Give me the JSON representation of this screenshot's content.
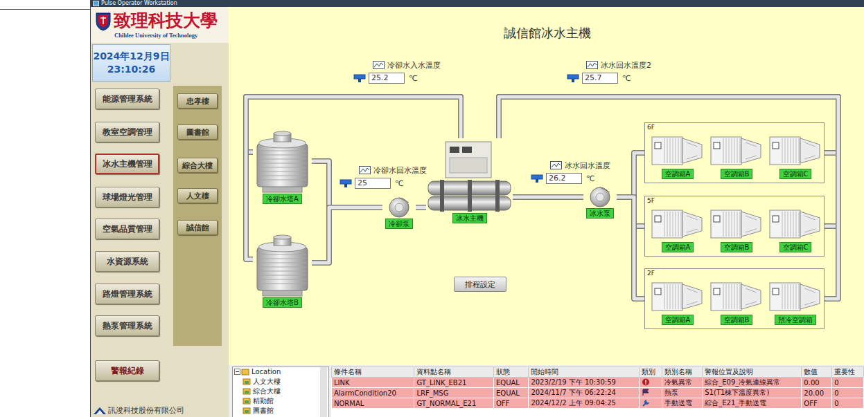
{
  "diagram": {
    "title": "誠信館冰水主機",
    "nodes": [
      {
        "text": [
          "2024年12月9日",
          "23:10:26"
        ]
      },
      {
        "text": [
          "能源管理系統"
        ]
      },
      {
        "text": [
          "教室空調管理"
        ]
      },
      {
        "text": [
          "冰水主機管理"
        ]
      },
      {
        "text": [
          "球場燈光管理"
        ]
      },
      {
        "text": [
          "空氣品質管理"
        ]
      },
      {
        "text": [
          "水資源系統"
        ]
      },
      {
        "text": [
          "路燈管理系統"
        ]
      },
      {
        "text": [
          "熱泵管理系統"
        ]
      },
      {
        "text": [
          "忠孝樓"
        ]
      },
      {
        "text": [
          "圖書館"
        ]
      },
      {
        "text": [
          "綜合大樓"
        ]
      },
      {
        "text": [
          "人文樓"
        ]
      },
      {
        "text": [
          "誠信館"
        ]
      },
      {
        "text": [
          "警報紀錄"
        ]
      },
      {
        "text": [
          "冷卻水入水溫度",
          "25.2",
          "℃"
        ]
      },
      {
        "text": [
          "冰水回水溫度2",
          "25.7",
          "℃"
        ]
      },
      {
        "text": [
          "冷卻水回水溫度",
          "25",
          "℃"
        ]
      },
      {
        "text": [
          "冰水回水溫度",
          "26.2",
          "℃"
        ]
      },
      {
        "text": [
          "冷卻水塔A"
        ]
      },
      {
        "text": [
          "冷卻水塔B"
        ]
      },
      {
        "text": [
          "冷卻泵"
        ]
      },
      {
        "text": [
          "冰水主機"
        ]
      },
      {
        "text": [
          "冰水泵"
        ]
      },
      {
        "text": [
          "6F"
        ]
      },
      {
        "text": [
          "空調箱A"
        ],
        "in": 24
      },
      {
        "text": [
          "空調箱B"
        ],
        "in": 24
      },
      {
        "text": [
          "空調箱C"
        ],
        "in": 24
      },
      {
        "text": [
          "5F"
        ]
      },
      {
        "text": [
          "空調箱A"
        ],
        "in": 28
      },
      {
        "text": [
          "空調箱B"
        ],
        "in": 28
      },
      {
        "text": [
          "空調箱C"
        ],
        "in": 28
      },
      {
        "text": [
          "2F"
        ]
      },
      {
        "text": [
          "空調箱A"
        ],
        "in": 32
      },
      {
        "text": [
          "空調箱B"
        ],
        "in": 32
      },
      {
        "text": [
          "預冷空調箱"
        ],
        "in": 32
      },
      {
        "text": [
          "排程設定"
        ]
      }
    ],
    "edges": [
      {
        "from": 19,
        "to": 21,
        "arrow": "none"
      },
      {
        "from": 20,
        "to": 21,
        "arrow": "none"
      },
      {
        "from": 21,
        "to": 22,
        "arrow": "none"
      },
      {
        "from": 22,
        "to": 23,
        "arrow": "none"
      },
      {
        "from": 23,
        "to": 24,
        "arrow": "none"
      },
      {
        "from": 23,
        "to": 28,
        "arrow": "none"
      },
      {
        "from": 23,
        "to": 32,
        "arrow": "none"
      },
      {
        "from": 22,
        "to": 19,
        "arrow": "none"
      },
      {
        "from": 22,
        "to": 20,
        "arrow": "none"
      },
      {
        "from": 24,
        "to": 22,
        "arrow": "none"
      },
      {
        "from": 28,
        "to": 22,
        "arrow": "none"
      },
      {
        "from": 32,
        "to": 22,
        "arrow": "none"
      }
    ],
    "labels": [
      "Pulse Operator Workstation",
      "致理科技大學",
      "Chihlee University of Technology",
      "訊浚科技股份有限公司",
      "Location",
      "人文大樓",
      "綜合大樓",
      "精勤館",
      "圖書館",
      "條件名稱",
      "資料點名稱",
      "狀態",
      "開始時間",
      "類別",
      "類別名稱",
      "警報位置及說明",
      "數值",
      "重要性",
      "LINK",
      "GT_LINK_EB21",
      "EQUAL",
      "2023/2/19 下午 10:30:59",
      "冷氣異常",
      "綜合_E09_冷氣連線異常",
      "0.00",
      "0",
      "AlarmCondition20",
      "LRF_MSG",
      "EQUAL",
      "2024/11/7 下午 06:22:24",
      "熱泵",
      "S1(T1棟下溫度異常)",
      "20.00",
      "0",
      "NORMAL",
      "GT_NORMAL_E21",
      "OFF",
      "2024/12/2 上午 09:04:25",
      "手動送電",
      "綜合_E21_手動送電",
      "OFF",
      "0"
    ]
  }
}
